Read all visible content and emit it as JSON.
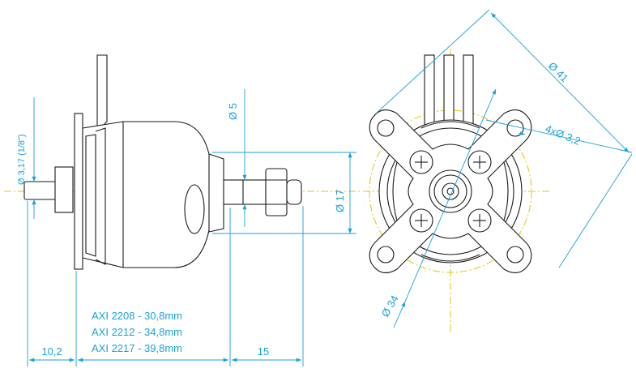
{
  "dimensions": {
    "shaft_diameter": "Ø 3,17 (1/8\")",
    "adapter_diameter": "Ø 5",
    "housing_diameter": "Ø 17",
    "mount_width": "10,2",
    "adapter_length": "15",
    "motor_lengths": [
      "AXI 2208 - 30,8mm",
      "AXI 2212 - 34,8mm",
      "AXI 2217 - 39,8mm"
    ],
    "outer_diameter": "Ø 41",
    "hole_spec": "4xØ 3,2",
    "bolt_circle": "Ø 34"
  },
  "colors": {
    "outline": "#1a1a1a",
    "dimension": "#1aa0d8",
    "centerline": "#e8c400"
  }
}
